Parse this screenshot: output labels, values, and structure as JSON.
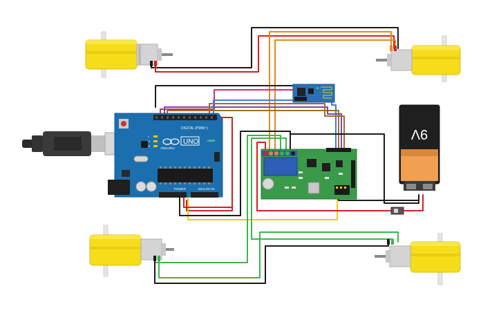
{
  "arduino": {
    "brand": "UNO",
    "logo_text": "ARDUINO",
    "digital_label": "DIGITAL (PWM~)",
    "power_label": "POWER",
    "analog_label": "ANALOG IN",
    "led_labels": [
      "L",
      "TX",
      "RX"
    ],
    "on_label": "ON"
  },
  "battery": {
    "label": "9V"
  },
  "colors": {
    "wire_black": "#1a1a1a",
    "wire_red": "#d42020",
    "wire_orange": "#e08a1e",
    "wire_yellow": "#f2c812",
    "wire_green": "#3cb54a",
    "wire_blue": "#3a7fd5",
    "wire_magenta": "#c8307a",
    "wire_brown": "#a06a2c",
    "wire_purple": "#7a45a5",
    "arduino_board": "#1b6fae",
    "driver_board": "#3a9a4a",
    "esp_board": "#2a6fb8",
    "motor_yellow": "#f6dd1a",
    "battery_body": "#1f1f1f",
    "battery_orange": "#f0a050"
  }
}
